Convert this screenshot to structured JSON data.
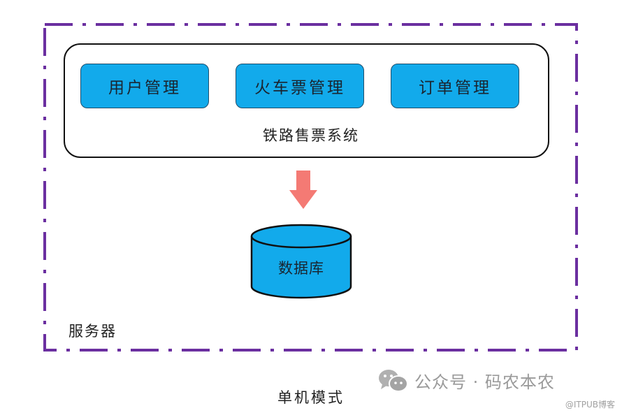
{
  "diagram": {
    "title": "单机模式",
    "server": {
      "label": "服务器",
      "border_color": "#6b2fa0",
      "border_style": "dash-dot"
    },
    "application": {
      "label": "铁路售票系统",
      "modules": [
        {
          "label": "用户管理"
        },
        {
          "label": "火车票管理"
        },
        {
          "label": "订单管理"
        }
      ],
      "module_color": "#12aaeb"
    },
    "arrow": {
      "direction": "down",
      "color": "#f47a74"
    },
    "database": {
      "label": "数据库",
      "color": "#12aaeb"
    }
  },
  "watermark": {
    "icon": "wechat-icon",
    "text": "公众号 · 码农本农",
    "credit": "@ITPUB博客"
  }
}
